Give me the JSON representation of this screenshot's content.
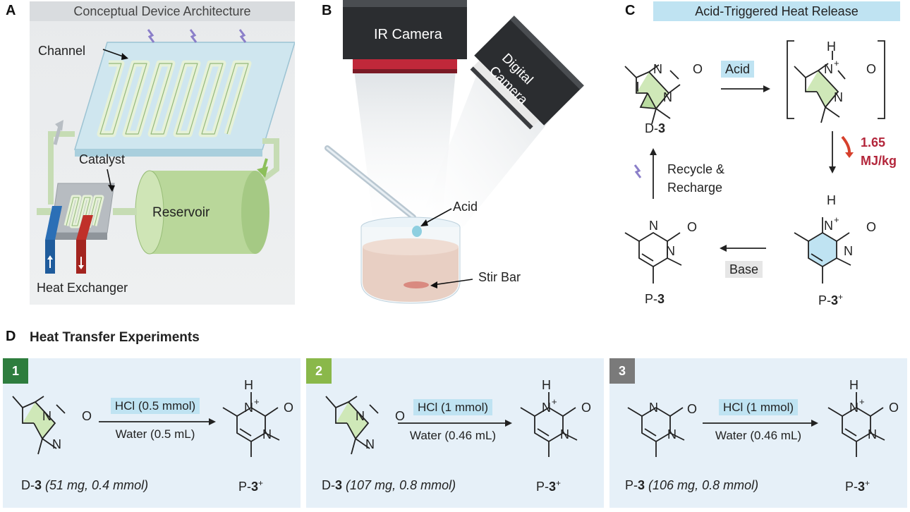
{
  "panel_a": {
    "label": "A",
    "title": "Conceptual Device Architecture",
    "channel": "Channel",
    "catalyst": "Catalyst",
    "reservoir": "Reservoir",
    "heat_exchanger": "Heat Exchanger"
  },
  "panel_b": {
    "label": "B",
    "ir_camera": "IR Camera",
    "digital_line1": "Digital",
    "digital_line2": "Camera",
    "acid": "Acid",
    "stir_bar": "Stir Bar"
  },
  "panel_c": {
    "label": "C",
    "title": "Acid-Triggered Heat Release",
    "acid_reagent": "Acid",
    "base_reagent": "Base",
    "energy_value": "1.65",
    "energy_unit": "MJ/kg",
    "recycle_line1": "Recycle &",
    "recycle_line2": "Recharge",
    "d3_prefix": "D-",
    "p3_prefix": "P-",
    "p3plus_prefix": "P-",
    "compound_number": "3",
    "plus_sign": "+"
  },
  "panel_d": {
    "label": "D",
    "title": "Heat Transfer Experiments",
    "experiments": [
      {
        "number": "1",
        "reagent_top": "HCl (0.5 mmol)",
        "reagent_bottom": "Water (0.5 mL)",
        "start_prefix": "D-",
        "start_num": "3",
        "start_detail": "(51 mg, 0.4 mmol)",
        "product_prefix": "P-",
        "product_num": "3",
        "product_charge": "+",
        "badge_color": "#2e7d3e"
      },
      {
        "number": "2",
        "reagent_top": "HCl (1 mmol)",
        "reagent_bottom": "Water (0.46 mL)",
        "start_prefix": "D-",
        "start_num": "3",
        "start_detail": "(107 mg, 0.8 mmol)",
        "product_prefix": "P-",
        "product_num": "3",
        "product_charge": "+",
        "badge_color": "#8ab84a"
      },
      {
        "number": "3",
        "reagent_top": "HCl (1 mmol)",
        "reagent_bottom": "Water (0.46 mL)",
        "start_prefix": "P-",
        "start_num": "3",
        "start_detail": "(106 mg, 0.8 mmol)",
        "product_prefix": "P-",
        "product_num": "3",
        "product_charge": "+",
        "badge_color": "#7a7a7a"
      }
    ]
  },
  "atoms": {
    "N": "N",
    "O": "O",
    "H": "H",
    "plus": "+"
  },
  "colors": {
    "panel_bg": "#e9ecef",
    "light_green": "#cfe8b8",
    "light_blue": "#bfe3f2",
    "energy_red": "#b3263b",
    "reservoir_green": "#b9d79a"
  }
}
